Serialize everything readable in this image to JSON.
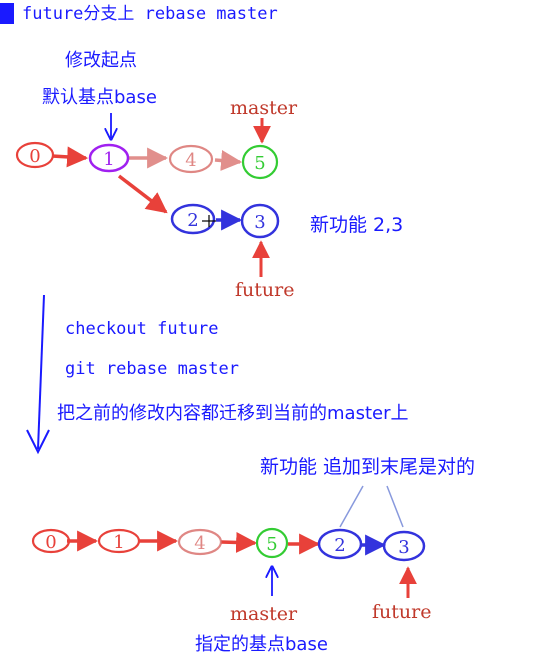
{
  "title": "future分支上 rebase master",
  "top": {
    "base_label_1": "修改起点",
    "base_label_2": "默认基点base",
    "master_label": "master",
    "future_label": "future",
    "new_feature_label": "新功能 2,3",
    "nodes": [
      "0",
      "1",
      "4",
      "5",
      "2",
      "3"
    ]
  },
  "middle": {
    "cmd_1": "checkout future",
    "cmd_2": "git rebase master",
    "note": "把之前的修改内容都迁移到当前的master上"
  },
  "bottom": {
    "append_label": "新功能 追加到末尾是对的",
    "nodes": [
      "0",
      "1",
      "4",
      "5",
      "2",
      "3"
    ],
    "master_label": "master",
    "future_label": "future",
    "base_label": "指定的基点base"
  },
  "colors": {
    "accent_blue": "#1a1aff",
    "red": "#e8413a",
    "faded_red": "#d86a66",
    "purple": "#a020f0",
    "green": "#33cc33",
    "blue_node": "#3333dd",
    "label_red": "#c0392b"
  }
}
